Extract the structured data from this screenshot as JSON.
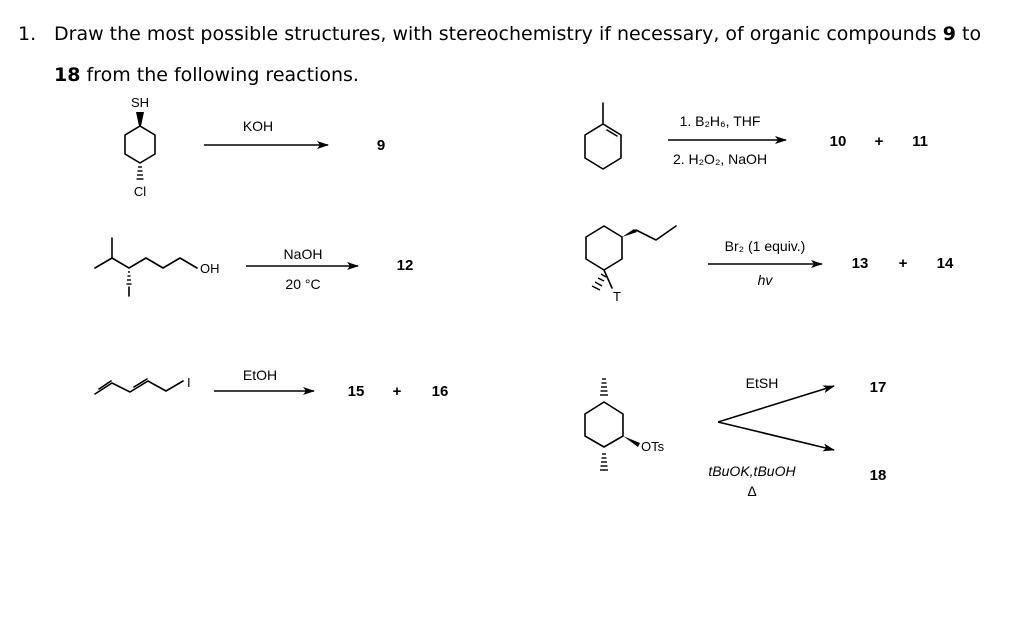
{
  "question": {
    "number": "1.",
    "text_before": "Draw the most possible structures, with stereochemistry if necessary, of organic compounds ",
    "first_compound": "9",
    "text_middle": " to ",
    "last_compound": "18",
    "text_after": " from the following reactions."
  },
  "reactions": {
    "r1": {
      "atom_top": "SH",
      "atom_bottom": "Cl",
      "reagent": "KOH",
      "product": "9"
    },
    "r2": {
      "reagent_line1": "1. B₂H₆, THF",
      "reagent_line2": "2. H₂O₂, NaOH",
      "product_a": "10",
      "plus": "+",
      "product_b": "11"
    },
    "r3": {
      "atom": "OH",
      "atom_bottom": "I",
      "reagent_top": "NaOH",
      "reagent_bottom": "20 °C",
      "product": "12"
    },
    "r4": {
      "atom": "T",
      "reagent_top": "Br₂ (1 equiv.)",
      "reagent_bottom": "hv",
      "product_a": "13",
      "plus": "+",
      "product_b": "14"
    },
    "r5": {
      "atom": "I",
      "reagent": "EtOH",
      "product_a": "15",
      "plus": "+",
      "product_b": "16"
    },
    "r6": {
      "atom": "OTs",
      "reagent_top": "EtSH",
      "reagent_bottom_1": "tBuOK,tBuOH",
      "reagent_bottom_2": "Δ",
      "product_top": "17",
      "product_bottom": "18"
    }
  }
}
